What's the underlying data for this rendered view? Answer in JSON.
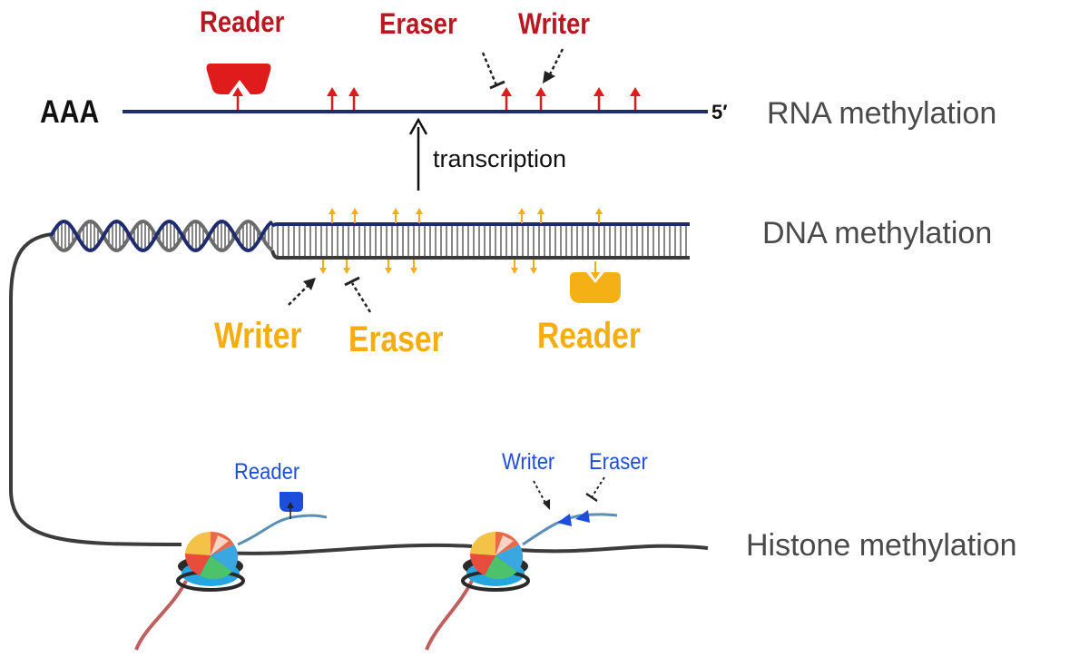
{
  "rna": {
    "polya": "AAA",
    "end5": "5′",
    "category": "RNA methylation",
    "reader": "Reader",
    "eraser": "Eraser",
    "writer": "Writer",
    "color": "#b81820"
  },
  "transcription": "transcription",
  "dna": {
    "category": "DNA methylation",
    "writer": "Writer",
    "eraser": "Eraser",
    "reader": "Reader",
    "color": "#f5ad12"
  },
  "histone": {
    "category": "Histone methylation",
    "reader": "Reader",
    "writer": "Writer",
    "eraser": "Eraser",
    "color": "#1e4fd8"
  }
}
